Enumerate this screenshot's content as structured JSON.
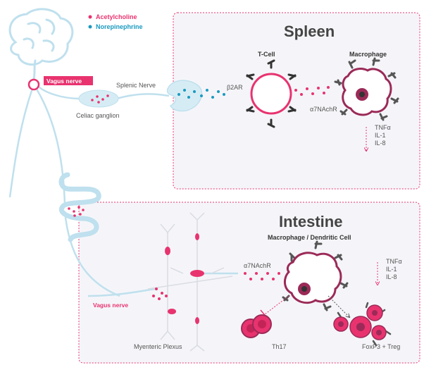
{
  "legend": {
    "acetylcholine": "Acetylcholine",
    "norepinephrine": "Norepinephrine"
  },
  "colors": {
    "acetylcholine": "#e8336f",
    "norepinephrine": "#1a9ac0",
    "nerve": "#bfe0ee",
    "panel_border": "#e8336f",
    "panel_fill": "#f5f5f9",
    "receptor": "#333333"
  },
  "spleen": {
    "title": "Spleen",
    "tcell": "T-Cell",
    "macrophage": "Macrophage",
    "b2ar": "β2AR",
    "a7nachr": "α7NAchR",
    "cytokines": [
      "TNFα",
      "IL-1",
      "IL-8"
    ]
  },
  "intestine": {
    "title": "Intestine",
    "macrophage_dc": "Macrophage / Dendritic Cell",
    "a7nachr": "α7NAchR",
    "cytokines": [
      "TNFα",
      "IL-1",
      "IL-8"
    ],
    "th17": "Th17",
    "treg": "FoxP3 + Treg",
    "vagus": "Vagus nerve",
    "plexus": "Myenteric Plexus"
  },
  "nerves": {
    "vagus_top": "Vagus nerve",
    "splenic": "Splenic Nerve",
    "celiac": "Celiac ganglion"
  },
  "icons": [
    "brain-icon",
    "intestine-icon",
    "spleen-icon",
    "tcell-icon",
    "macrophage-icon",
    "neuron-icon"
  ]
}
